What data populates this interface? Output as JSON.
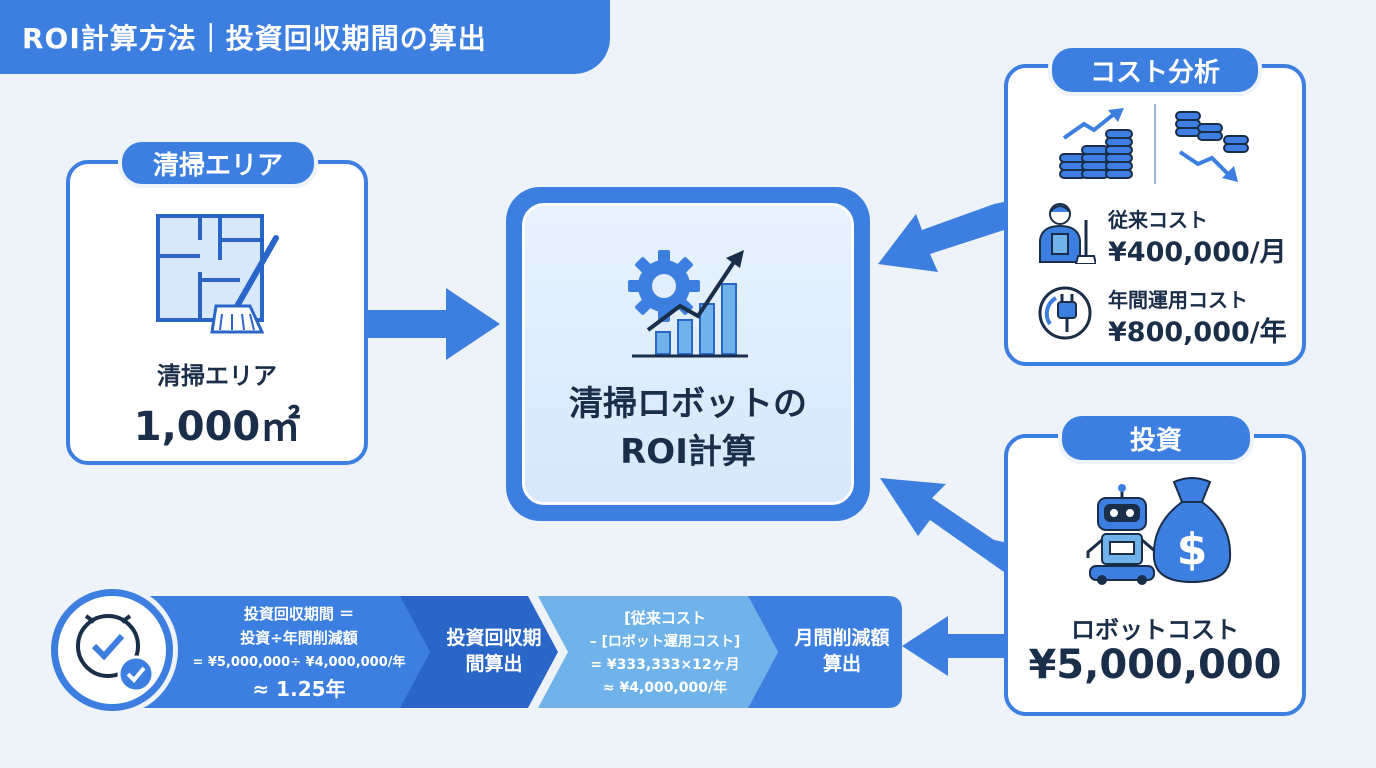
{
  "title": "ROI計算方法｜投資回収期間の算出",
  "cleaning_area": {
    "pill": "清掃エリア",
    "label": "清掃エリア",
    "value": "1,000㎡"
  },
  "center": {
    "line1": "清掃ロボットの",
    "line2": "ROI計算"
  },
  "cost_analysis": {
    "pill": "コスト分析",
    "conventional_label": "従来コスト",
    "conventional_value": "¥400,000/月",
    "annual_label": "年間運用コスト",
    "annual_value": "¥800,000/年"
  },
  "investment": {
    "pill": "投資",
    "label": "ロボットコスト",
    "value": "¥5,000,000"
  },
  "flow": {
    "payback_line1": "投資回収期間 ＝",
    "payback_line2": "投資÷年間削減額",
    "payback_line3": "= ¥5,000,000÷ ¥4,000,000/年",
    "payback_line4": "≈ 1.25年",
    "step2": "投資回収期間算出",
    "step3_line1": "[従来コスト",
    "step3_line2": "– [ロボット運用コスト]",
    "step3_line3": "= ¥333,333×12ヶ月",
    "step3_line4": "≈ ¥4,000,000/年",
    "step4": "月間削減額算出"
  },
  "colors": {
    "primary": "#3d7fe0",
    "dark": "#2a66c8",
    "light": "#6fb3ea",
    "navy": "#1a2e4a"
  }
}
